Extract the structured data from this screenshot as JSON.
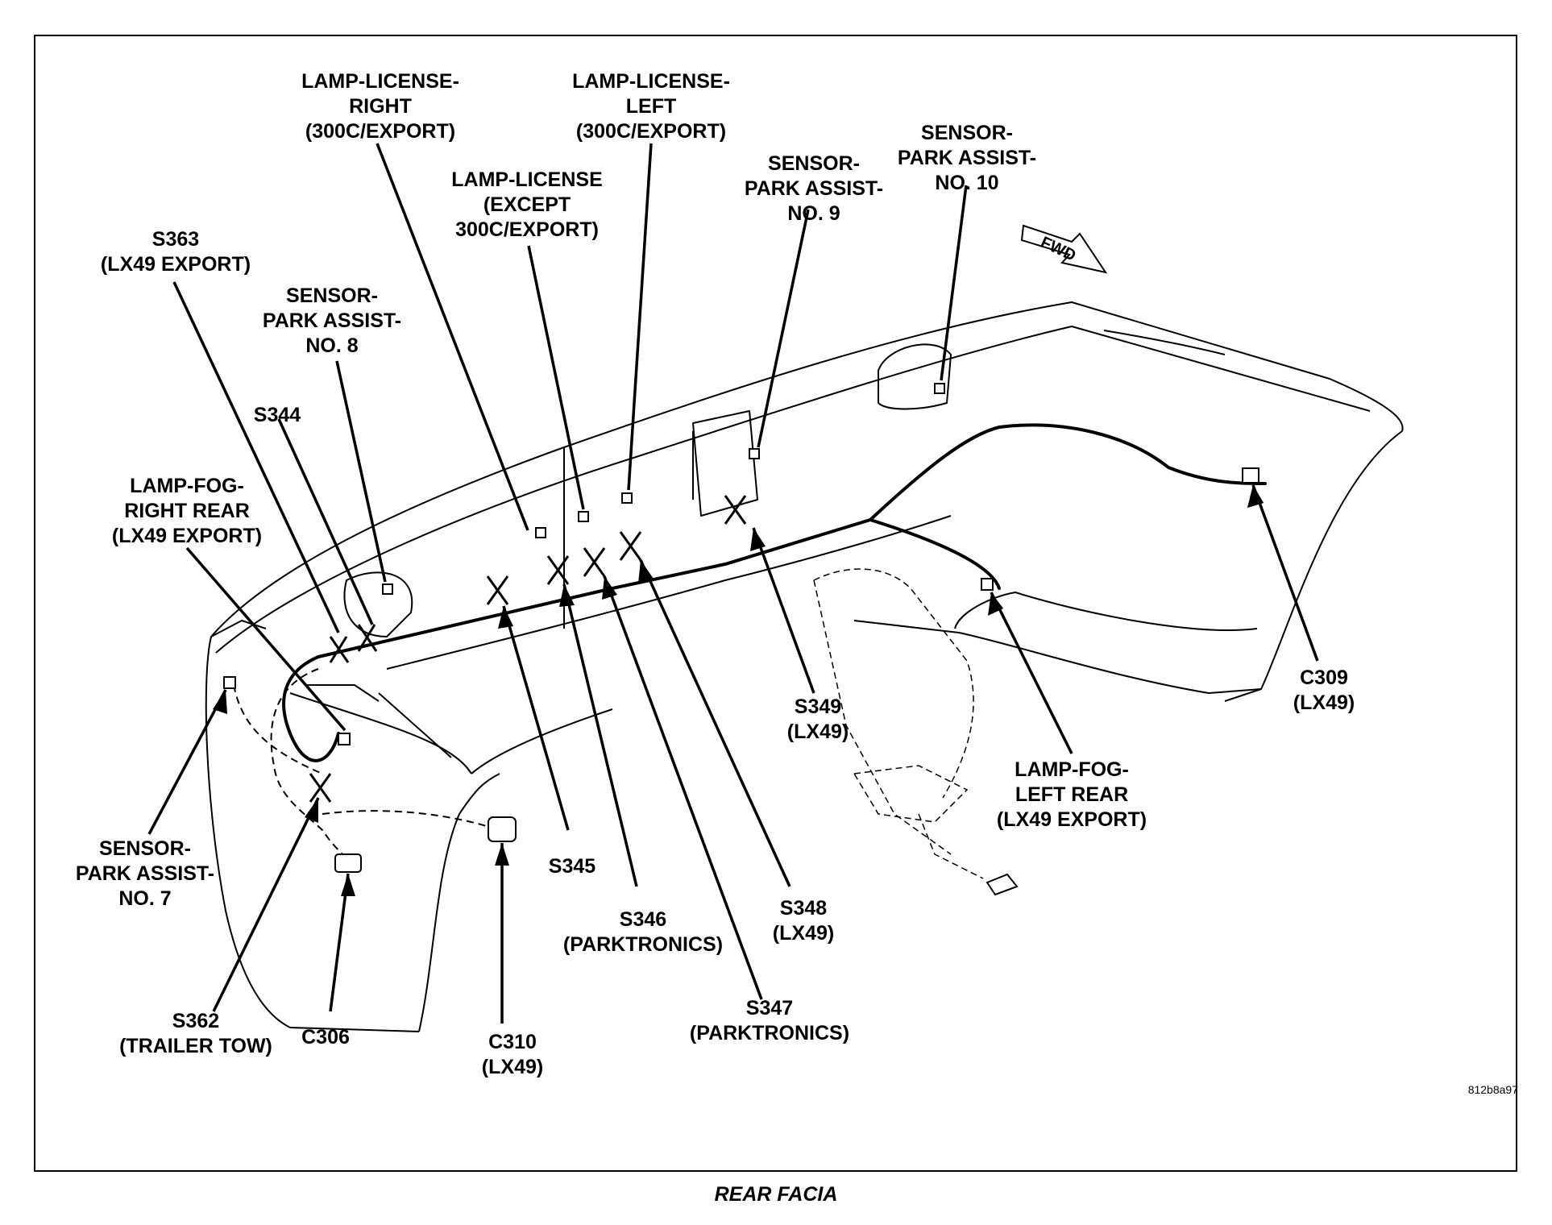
{
  "caption": "REAR FACIA",
  "figure_id": "812b8a97",
  "fwd_arrow": "FWD",
  "labels": {
    "lamp_license_right": [
      "LAMP-LICENSE-",
      "RIGHT",
      "(300C/EXPORT)"
    ],
    "lamp_license_left": [
      "LAMP-LICENSE-",
      "LEFT",
      "(300C/EXPORT)"
    ],
    "lamp_license_except": [
      "LAMP-LICENSE",
      "(EXCEPT",
      "300C/EXPORT)"
    ],
    "sensor_no9": [
      "SENSOR-",
      "PARK ASSIST-",
      "NO. 9"
    ],
    "sensor_no10": [
      "SENSOR-",
      "PARK ASSIST-",
      "NO. 10"
    ],
    "s363": [
      "S363",
      "(LX49 EXPORT)"
    ],
    "sensor_no8": [
      "SENSOR-",
      "PARK ASSIST-",
      "NO. 8"
    ],
    "s344": [
      "S344"
    ],
    "lamp_fog_right": [
      "LAMP-FOG-",
      "RIGHT REAR",
      "(LX49 EXPORT)"
    ],
    "c309": [
      "C309",
      "(LX49)"
    ],
    "s349": [
      "S349",
      "(LX49)"
    ],
    "lamp_fog_left": [
      "LAMP-FOG-",
      "LEFT REAR",
      "(LX49 EXPORT)"
    ],
    "sensor_no7": [
      "SENSOR-",
      "PARK ASSIST-",
      "NO. 7"
    ],
    "s345": [
      "S345"
    ],
    "s346": [
      "S346",
      "(PARKTRONICS)"
    ],
    "s348": [
      "S348",
      "(LX49)"
    ],
    "s347": [
      "S347",
      "(PARKTRONICS)"
    ],
    "s362": [
      "S362",
      "(TRAILER TOW)"
    ],
    "c306": [
      "C306"
    ],
    "c310": [
      "C310",
      "(LX49)"
    ]
  }
}
